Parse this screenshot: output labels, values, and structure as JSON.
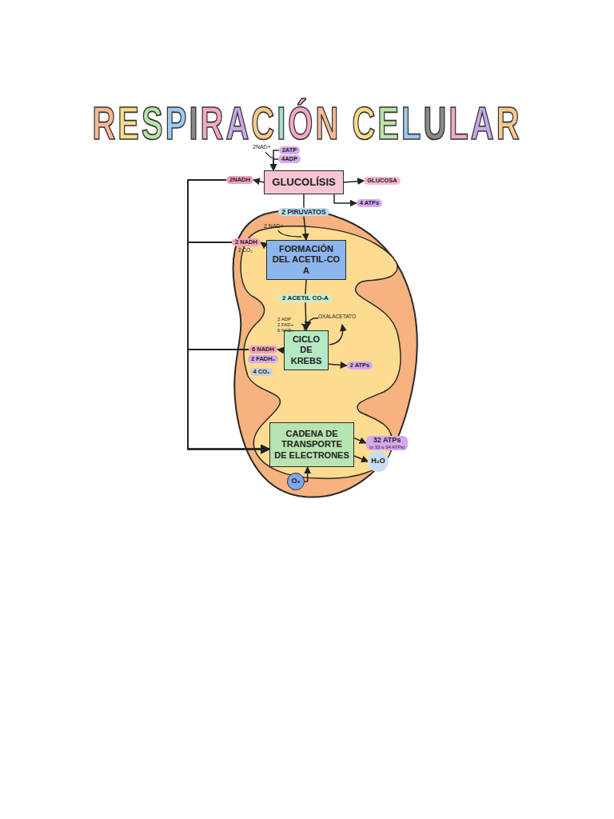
{
  "diagram": {
    "title": "RESPIRACIÓN CELULAR",
    "nodes": [
      {
        "text": [
          "2ATP"
        ]
      },
      {
        "text": [
          "4ADP"
        ]
      },
      {
        "text": [
          "2NADH"
        ]
      },
      {
        "text": [
          "GLUCOLÍSIS"
        ]
      },
      {
        "text": [
          "GLUCOSA"
        ]
      },
      {
        "text": [
          "4 ATPs"
        ]
      },
      {
        "text": [
          "2 PIRUVATOS"
        ]
      },
      {
        "text": [
          "2 NADH"
        ]
      },
      {
        "text": [
          "FORMACIÓN DEL ACETIL-CO A"
        ]
      },
      {
        "text": [
          "2 ACETIL CO-A"
        ]
      },
      {
        "text": [
          "CICLO DE KREBS"
        ]
      },
      {
        "text": [
          "6 NADH"
        ]
      },
      {
        "text": [
          "2 FADH₂"
        ]
      },
      {
        "text": [
          "4 CO₂"
        ]
      },
      {
        "text": [
          "2 ATPs"
        ]
      },
      {
        "text": [
          "CADENA DE TRANSPORTE DE ELECTRONES"
        ]
      },
      {
        "text": [
          "32 ATPs",
          "(ó 33 o 34 ATPs)"
        ]
      },
      {
        "text": [
          "H₂O"
        ]
      },
      {
        "text": [
          "O₂"
        ]
      }
    ],
    "edges": [
      {
        "from": 0,
        "to": 3,
        "arrow": "to"
      },
      {
        "from": 1,
        "to": 3,
        "arrow": "to"
      },
      {
        "from": 3,
        "to": 2,
        "arrow": "to"
      },
      {
        "from": 3,
        "to": 4,
        "arrow": "to"
      },
      {
        "from": 3,
        "to": 5,
        "arrow": "to"
      },
      {
        "from": 3,
        "to": 6,
        "arrow": "none"
      },
      {
        "from": 6,
        "to": 8,
        "arrow": "to"
      },
      {
        "from": 8,
        "to": 7,
        "arrow": "to"
      },
      {
        "from": 8,
        "to": 9,
        "arrow": "none"
      },
      {
        "from": 9,
        "to": 10,
        "arrow": "to"
      },
      {
        "from": 10,
        "to": 11,
        "arrow": "to"
      },
      {
        "from": 10,
        "to": 14,
        "arrow": "to"
      },
      {
        "from": 15,
        "to": 16,
        "arrow": "to"
      },
      {
        "from": 15,
        "to": 17,
        "arrow": "to"
      },
      {
        "from": 18,
        "to": 15,
        "arrow": "to"
      },
      {
        "from": 2,
        "to": 15,
        "arrow": "to"
      },
      {
        "from": 7,
        "to": 15,
        "arrow": "to"
      },
      {
        "from": 11,
        "to": 15,
        "arrow": "to"
      }
    ],
    "labels": [
      "2NAD+",
      "2 NAD+",
      "2 CO₂",
      "2 ADP",
      "2 FAD+",
      "6 NAD+",
      "OXALACETATO"
    ]
  }
}
